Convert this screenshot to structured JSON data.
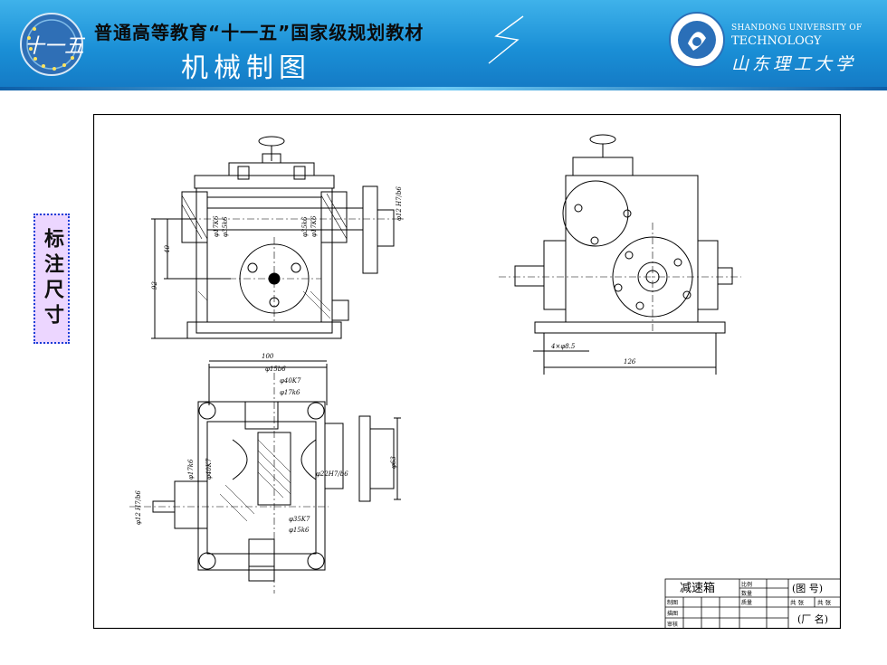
{
  "header": {
    "series": "普通高等教育“十一五”国家级规划教材",
    "book": "机械制图",
    "logo_left_text": "十一五",
    "uni_en_line1": "SHANDONG UNIVERSITY OF",
    "uni_en_line2": "TECHNOLOGY",
    "uni_cn": "山东理工大学",
    "colors": {
      "banner": "#1a8fd6",
      "accent": "#ecd6ff",
      "border": "#1a3fd6"
    }
  },
  "side_label": "标注尺寸",
  "drawing": {
    "dims": {
      "d92": "92",
      "d40": "40",
      "d100": "100",
      "d126": "126",
      "holes": "4×φ8.5",
      "phi15b6": "φ15b6",
      "phi40K7": "φ40K7",
      "phi17k6": "φ17k6",
      "phi17K6v": "φ17k6",
      "phi40K7v": "φ40K7",
      "phi22": "φ22H7/b6",
      "phi63": "φ63",
      "phi35K7": "φ35K7",
      "phi15k6": "φ15k6",
      "phi12": "φ12 H7/b6",
      "phi35k6t": "φ35k6",
      "phi17K6t": "φ17K6",
      "phi12t": "φ12 H7/b6"
    },
    "title_block": {
      "name": "减速箱",
      "scale": "比例",
      "quantity": "数量",
      "mass": "质量",
      "drawing_no": "(图  号)",
      "sheets": "共  张",
      "sheet_of": "共 张",
      "drawn": "制图",
      "traced": "描图",
      "checked": "审核",
      "factory": "(厂    名)"
    }
  }
}
